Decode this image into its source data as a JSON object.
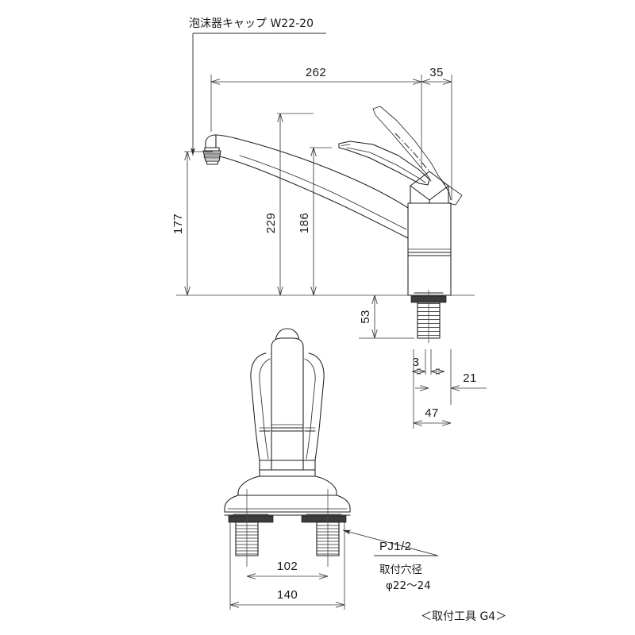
{
  "drawing": {
    "title_note": "泡沫器キャップ W22-20",
    "background_color": "#ffffff",
    "line_color": "#1d1d1d",
    "text_color": "#1a1a1a"
  },
  "labels": {
    "aerator_cap": "泡沫器キャップ W22-20",
    "thread_spec": "PJ1/2",
    "hole_label": "取付穴径",
    "hole_diameter": "φ22〜24",
    "tool_note": "＜取付工具 G4＞"
  },
  "dimensions": {
    "spout_reach": "262",
    "body_offset": "35",
    "spout_height": "177",
    "overall_height": "229",
    "lever_height": "186",
    "shank_length": "53",
    "offset_small": "3",
    "offset_rear": "21",
    "base_depth": "47",
    "hole_spacing": "102",
    "base_width": "140"
  },
  "views": {
    "side_view_name": "side-elevation",
    "front_view_name": "front-elevation"
  }
}
